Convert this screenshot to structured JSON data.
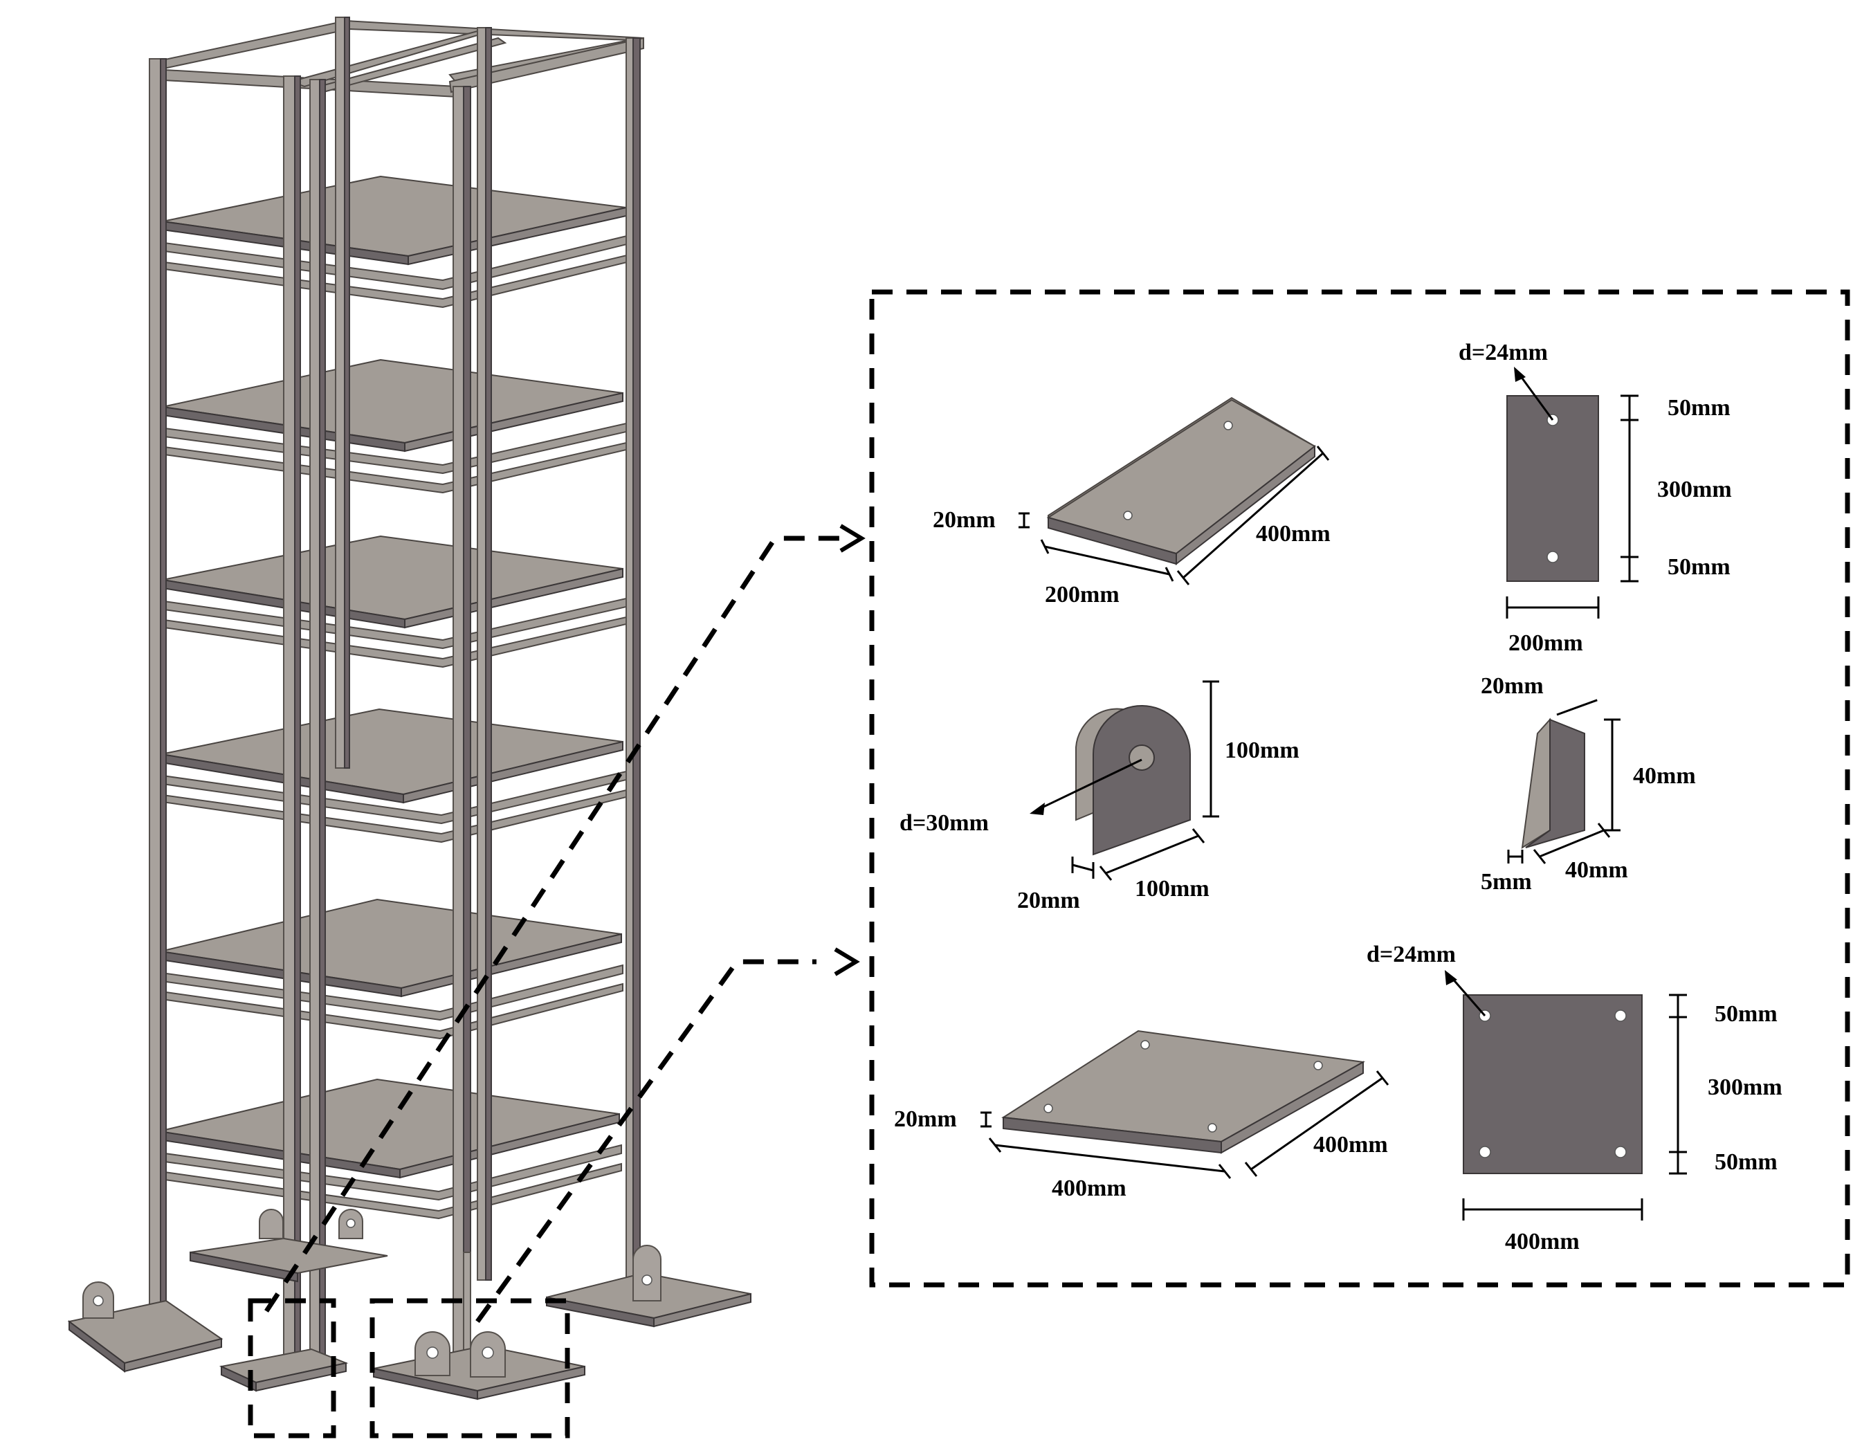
{
  "detail": {
    "top_left_plate": {
      "thickness": "20mm",
      "length": "400mm",
      "width": "200mm"
    },
    "top_right_plate": {
      "hole_diameter": "d=24mm",
      "edge_top": "50mm",
      "middle": "300mm",
      "edge_bottom": "50mm",
      "width": "200mm"
    },
    "lug": {
      "hole_diameter": "d=30mm",
      "height": "100mm",
      "thickness": "20mm",
      "width": "100mm"
    },
    "stiffener": {
      "top": "20mm",
      "height": "40mm",
      "thickness": "5mm",
      "base": "40mm"
    },
    "base_plate": {
      "thickness": "20mm",
      "length": "400mm",
      "width": "400mm"
    },
    "base_plate_plan": {
      "hole_diameter": "d=24mm",
      "edge_top": "50mm",
      "middle": "300mm",
      "edge_bottom": "50mm",
      "width": "400mm"
    }
  },
  "colors": {
    "steel_light": "#a8a29d",
    "steel_dark": "#6e6468",
    "plate_face": "#6b6568",
    "line": "#000000"
  }
}
